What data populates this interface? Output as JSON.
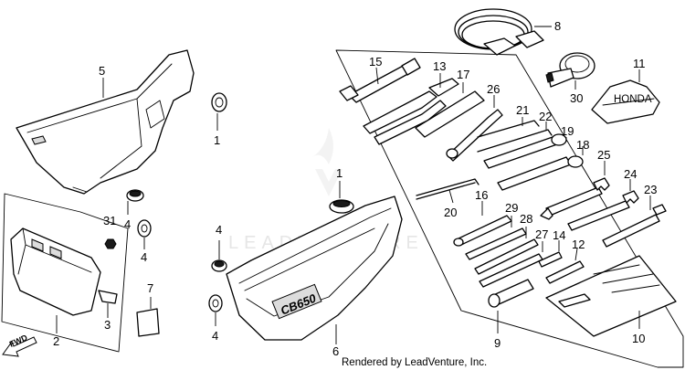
{
  "watermark": "LEADVENTURE",
  "credit": "Rendered by LeadVenture, Inc.",
  "direction_label": "FWD",
  "side_cover_decal": "CB650",
  "tool_bag_logo": "HONDA",
  "callouts": {
    "c1": "1",
    "c1b": "1",
    "c2": "2",
    "c3": "3",
    "c4a": "4",
    "c4b": "4",
    "c4c": "4",
    "c4d": "4",
    "c5": "5",
    "c6": "6",
    "c7": "7",
    "c8": "8",
    "c9": "9",
    "c10": "10",
    "c11": "11",
    "c12": "12",
    "c13": "13",
    "c14": "14",
    "c15": "15",
    "c16": "16",
    "c17": "17",
    "c18": "18",
    "c19": "19",
    "c20": "20",
    "c21": "21",
    "c22": "22",
    "c23": "23",
    "c24": "24",
    "c25": "25",
    "c26": "26",
    "c27": "27",
    "c28": "28",
    "c29": "29",
    "c30": "30",
    "c31": "31"
  }
}
